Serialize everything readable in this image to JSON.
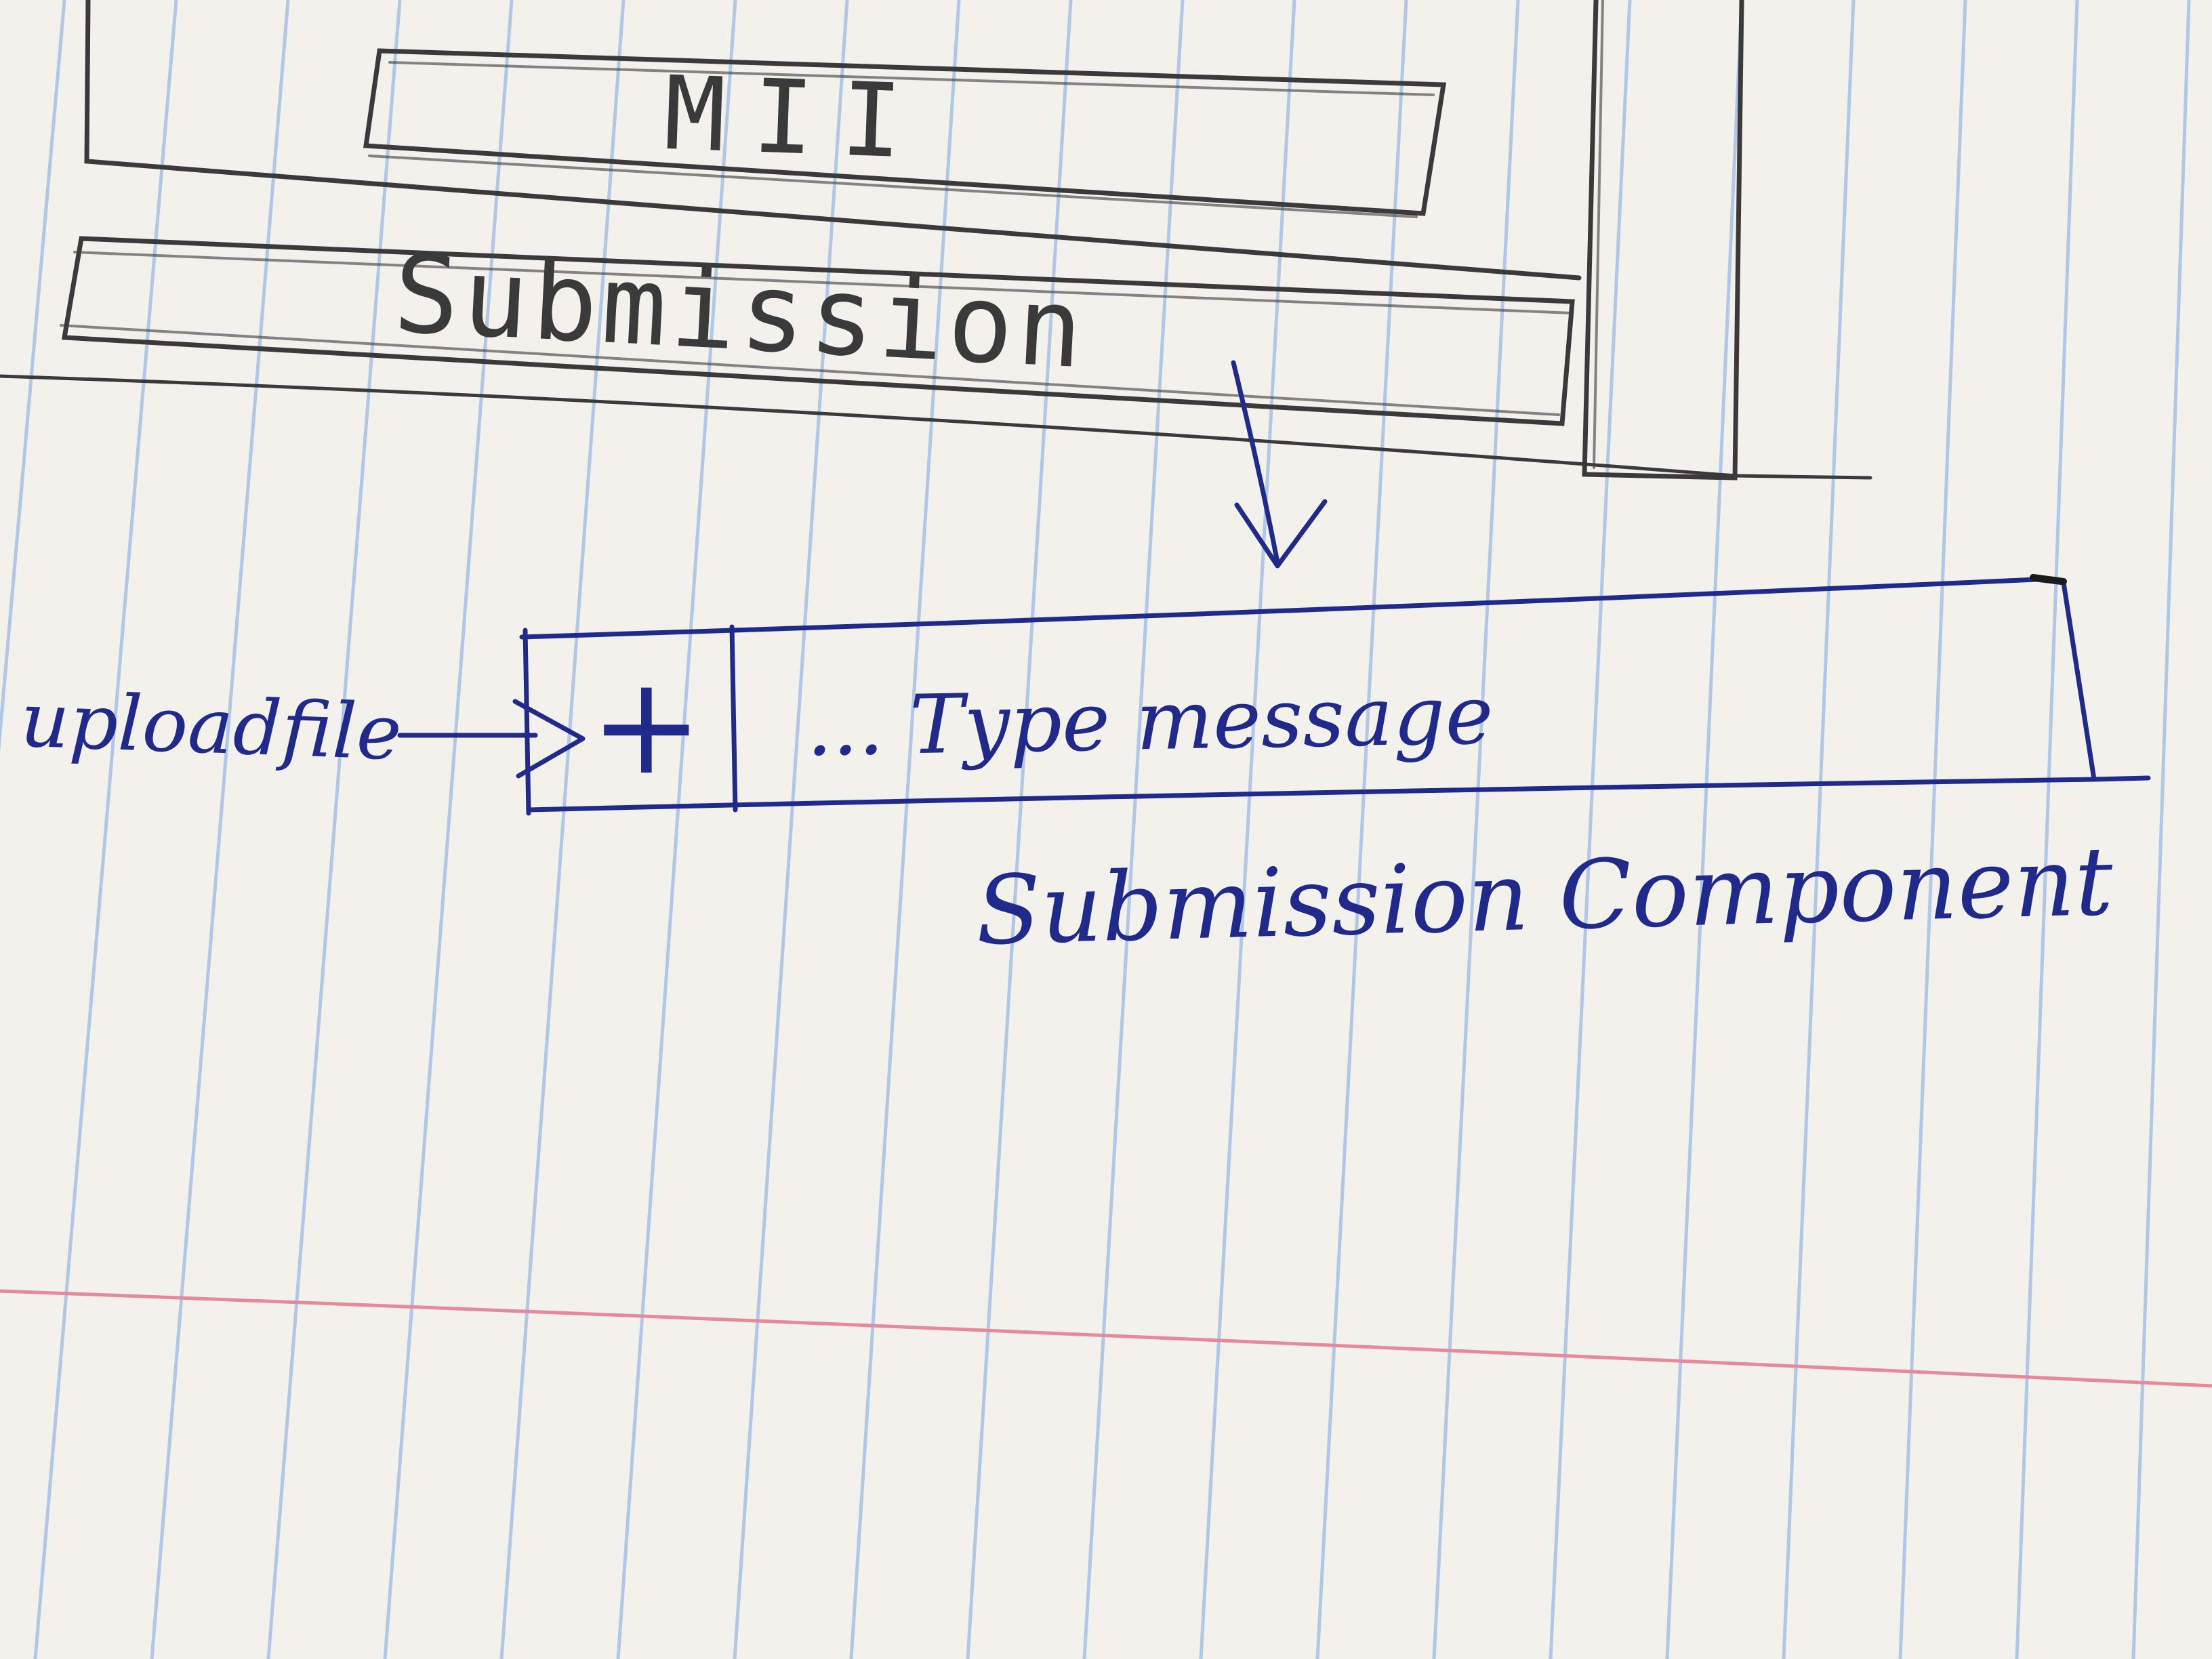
{
  "sketch": {
    "top_button_label": "MII",
    "submission_bar_label": "Submission"
  },
  "component": {
    "upload_label": "uploadfile",
    "plus_symbol": "+",
    "message_placeholder": "... Type message",
    "caption": "Submission Component"
  },
  "colors": {
    "paper": "#f3f1ec",
    "rule_line": "#a9c3e6",
    "margin_line": "#e48a9a",
    "pencil": "#3a3a3a",
    "ink": "#1f2a8a"
  }
}
